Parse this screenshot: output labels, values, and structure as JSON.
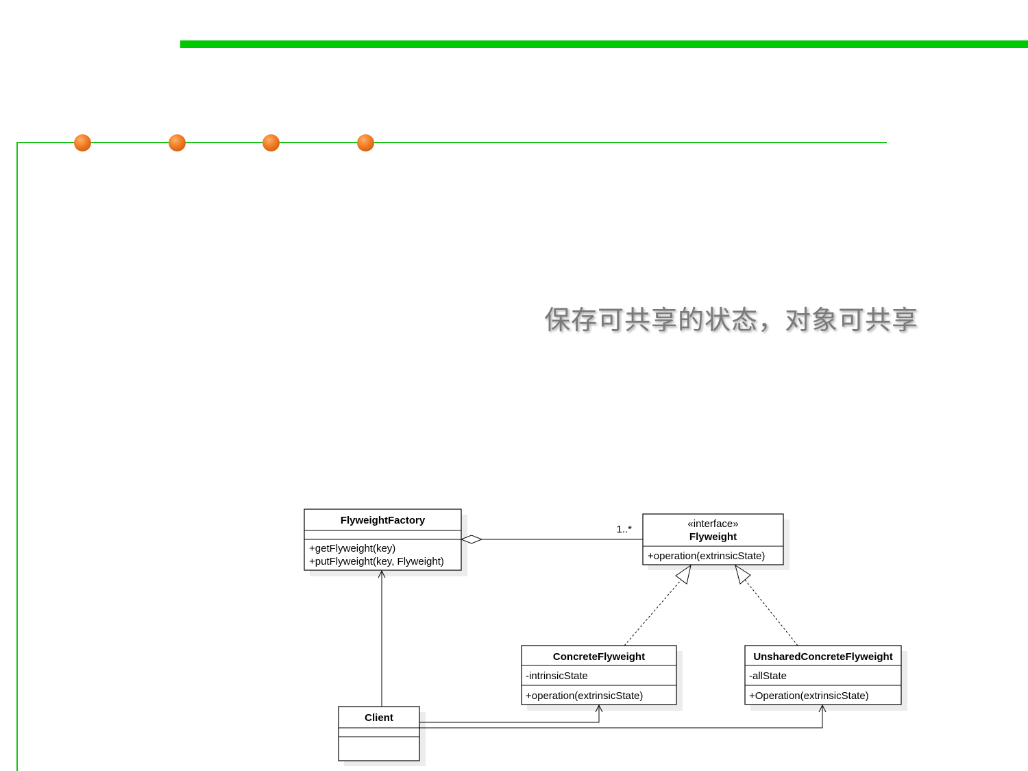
{
  "slide": {
    "subtitle": "保存可共享的状态，对象可共享",
    "colors": {
      "accent_bar": "#00c800",
      "frame_line": "#19c219",
      "dot": "#f07a22"
    },
    "decoration_dots": 4
  },
  "diagram": {
    "classes": {
      "flyweight_factory": {
        "name": "FlyweightFactory",
        "attributes": [],
        "methods": [
          "+getFlyweight(key)",
          "+putFlyweight(key, Flyweight)"
        ]
      },
      "flyweight": {
        "stereotype": "«interface»",
        "name": "Flyweight",
        "methods": [
          "+operation(extrinsicState)"
        ]
      },
      "concrete_flyweight": {
        "name": "ConcreteFlyweight",
        "attributes": [
          "-intrinsicState"
        ],
        "methods": [
          "+operation(extrinsicState)"
        ]
      },
      "unshared_concrete_flyweight": {
        "name": "UnsharedConcreteFlyweight",
        "attributes": [
          "-allState"
        ],
        "methods": [
          "+Operation(extrinsicState)"
        ]
      },
      "client": {
        "name": "Client",
        "attributes": [],
        "methods": []
      }
    },
    "relations": {
      "aggregation_multiplicity": "1..*"
    }
  }
}
